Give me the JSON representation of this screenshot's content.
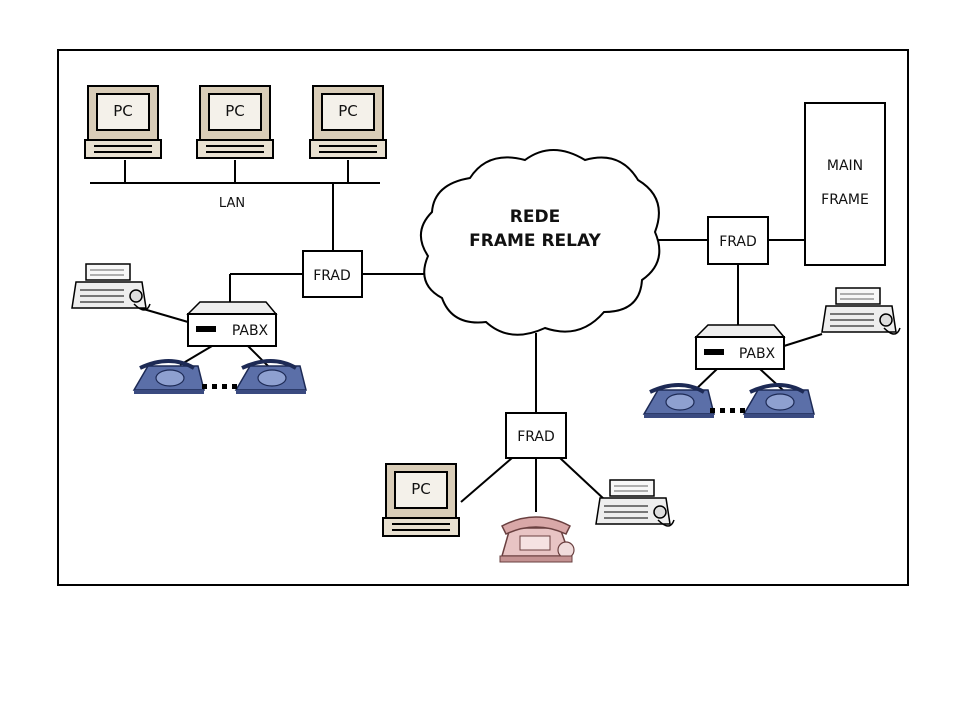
{
  "diagram": {
    "cloud": {
      "line1": "REDE",
      "line2": "FRAME RELAY"
    },
    "lan_label": "LAN",
    "pc_label": "PC",
    "frad_label": "FRAD",
    "pabx_label": "PABX",
    "mainframe": {
      "line1": "MAIN",
      "line2": "FRAME"
    },
    "colors": {
      "line": "#000000",
      "pc_case": "#d9cdb8",
      "phone_blue": "#5b6fa8",
      "phone_pink": "#e8c4c4"
    }
  }
}
